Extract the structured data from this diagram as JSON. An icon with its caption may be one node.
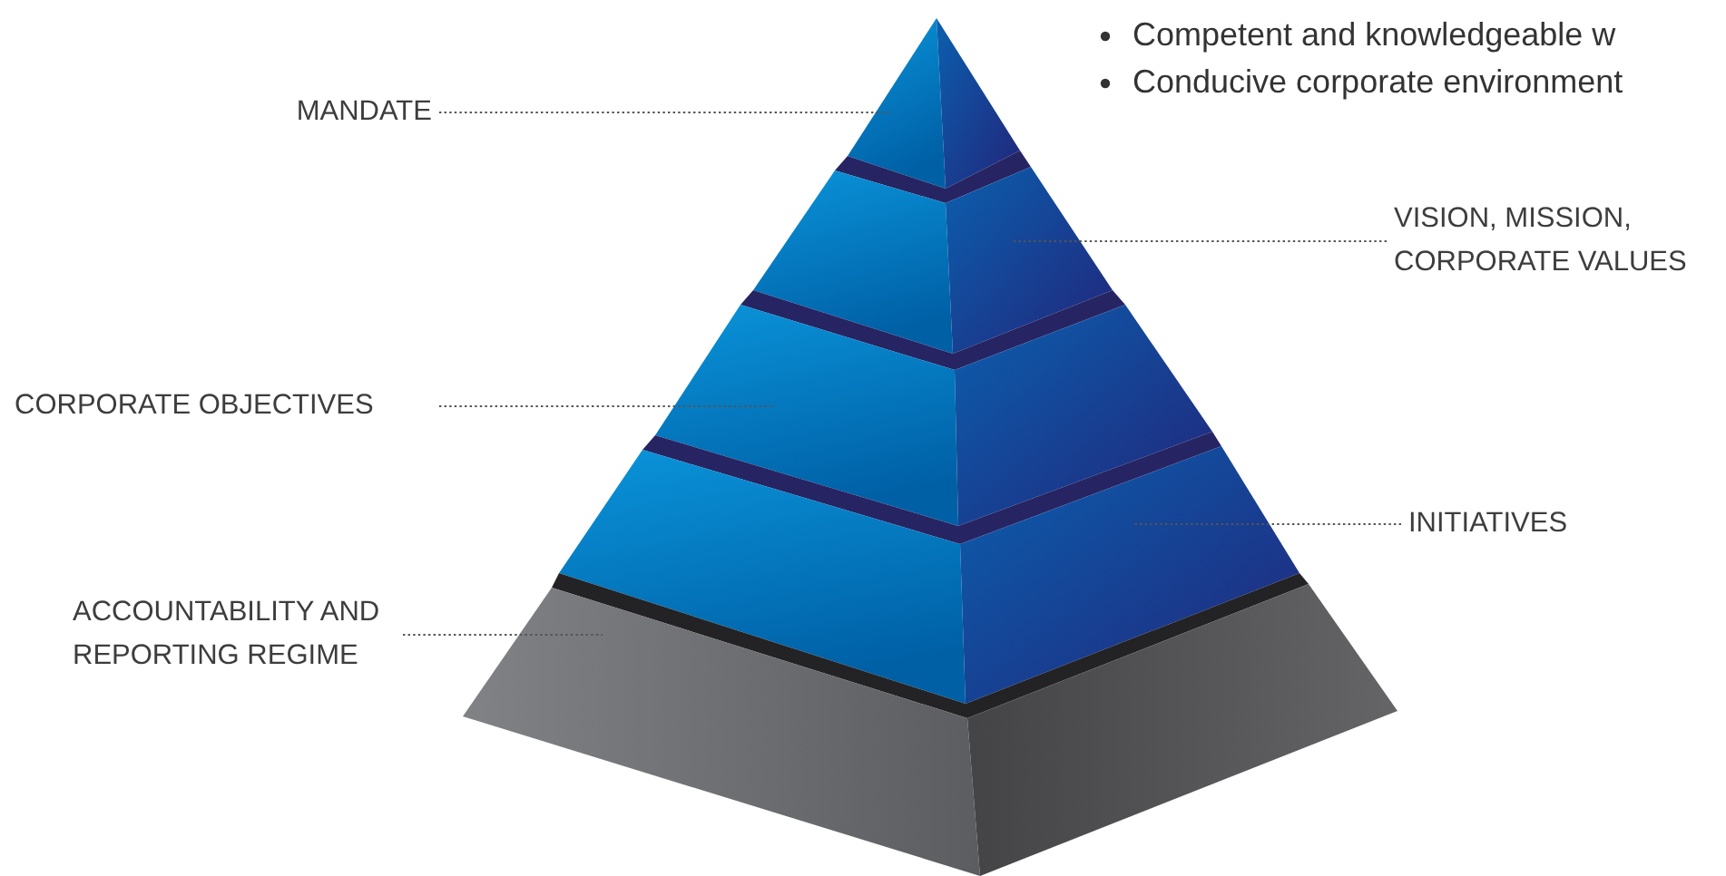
{
  "diagram": {
    "nodes": [
      {
        "text": [
          "MANDATE"
        ]
      },
      {
        "text": [
          "VISION, MISSION, CORPORATE VALUES"
        ]
      },
      {
        "text": [
          "CORPORATE OBJECTIVES"
        ]
      },
      {
        "text": [
          "INITIATIVES"
        ]
      },
      {
        "text": [
          "ACCOUNTABILITY AND REPORTING REGIME"
        ]
      },
      {
        "text": [],
        "shape": "triangle"
      },
      {
        "text": [],
        "shape": "trapezoid"
      },
      {
        "text": [],
        "shape": "trapezoid"
      },
      {
        "text": [],
        "shape": "trapezoid"
      },
      {
        "text": [],
        "shape": "trapezoid"
      }
    ],
    "edges": [
      {
        "from": 0,
        "to": 5,
        "arrow": "none",
        "style": "dashed"
      },
      {
        "from": 1,
        "to": 6,
        "arrow": "none",
        "style": "dashed"
      },
      {
        "from": 2,
        "to": 7,
        "arrow": "none",
        "style": "dashed"
      },
      {
        "from": 3,
        "to": 8,
        "arrow": "none",
        "style": "dashed"
      },
      {
        "from": 4,
        "to": 9,
        "arrow": "none",
        "style": "dashed"
      }
    ],
    "labels": [
      "Competent and knowledgeable w",
      "Conducive corporate environment"
    ]
  }
}
